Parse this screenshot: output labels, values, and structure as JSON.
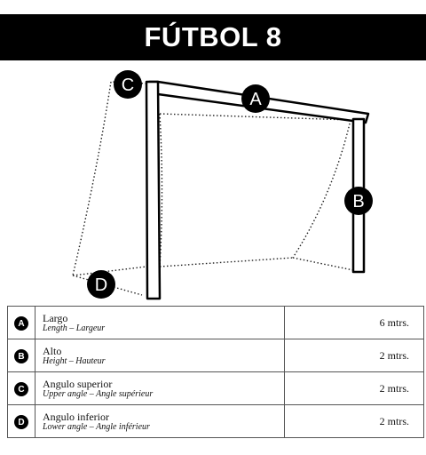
{
  "title": "FÚTBOL 8",
  "labels": {
    "a": "A",
    "b": "B",
    "c": "C",
    "d": "D"
  },
  "specs": [
    {
      "letter": "A",
      "name": "Largo",
      "translation": "Length – Largeur",
      "value": "6 mtrs."
    },
    {
      "letter": "B",
      "name": "Alto",
      "translation": "Height – Hauteur",
      "value": "2 mtrs."
    },
    {
      "letter": "C",
      "name": "Angulo superior",
      "translation": "Upper angle – Angle supérieur",
      "value": "2 mtrs."
    },
    {
      "letter": "D",
      "name": "Angulo inferior",
      "translation": "Lower angle – Angle inférieur",
      "value": "2 mtrs."
    }
  ]
}
